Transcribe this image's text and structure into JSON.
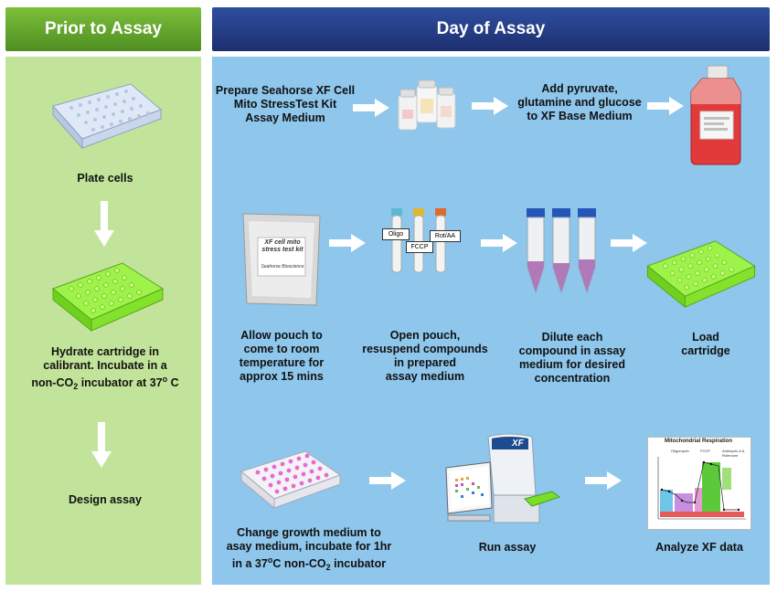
{
  "headers": {
    "prior": "Prior to Assay",
    "day": "Day of Assay"
  },
  "prior_steps": {
    "plate_cells": "Plate cells",
    "hydrate_l1": "Hydrate cartridge in",
    "hydrate_l2": "calibrant. Incubate in a",
    "hydrate_l3a": "non-CO",
    "hydrate_l3_sub": "2",
    "hydrate_l3b": " incubator at 37",
    "hydrate_l3_sup": "o",
    "hydrate_l3c": " C",
    "design": "Design assay"
  },
  "row1": {
    "prepare_l1": "Prepare Seahorse XF Cell",
    "prepare_l2": "Mito StressTest Kit",
    "prepare_l3": "Assay Medium",
    "add_l1": "Add pyruvate,",
    "add_l2": "glutamine and glucose",
    "add_l3": "to XF Base Medium"
  },
  "row2": {
    "pouch_text_l1": "XF cell mito",
    "pouch_text_l2": "stress test kit",
    "pouch_brand": "Seahorse Bioscience",
    "tube_labels": [
      "Oligo",
      "FCCP",
      "Rot/AA"
    ],
    "allow_l1": "Allow pouch to",
    "allow_l2": "come to room",
    "allow_l3": "temperature for",
    "allow_l4": "approx 15 mins",
    "open_l1": "Open pouch,",
    "open_l2": "resuspend compounds",
    "open_l3": "in prepared",
    "open_l4": "assay medium",
    "dilute_l1": "Dilute each",
    "dilute_l2": "compound in assay",
    "dilute_l3": "medium for desired",
    "dilute_l4": "concentration",
    "load_l1": "Load",
    "load_l2": "cartridge"
  },
  "row3": {
    "change_l1": "Change growth medium to",
    "change_l2": "asay medium, incubate for 1hr",
    "change_l3a": "in a 37",
    "change_l3_sup": "o",
    "change_l3b": "C non-CO",
    "change_l3_sub": "2",
    "change_l3c": " incubator",
    "run": "Run assay",
    "analyze": "Analyze XF data",
    "analyzer_badge": "XF",
    "chart_title": "Mitochondrial Respiration",
    "chart_labels": [
      "Oligomycin",
      "FCCP",
      "Antimycin A & Rotenone"
    ]
  },
  "colors": {
    "left_panel": "#c2e49a",
    "right_panel": "#8ec6ec",
    "header_green": "#5ea52b",
    "header_blue": "#233a82"
  }
}
